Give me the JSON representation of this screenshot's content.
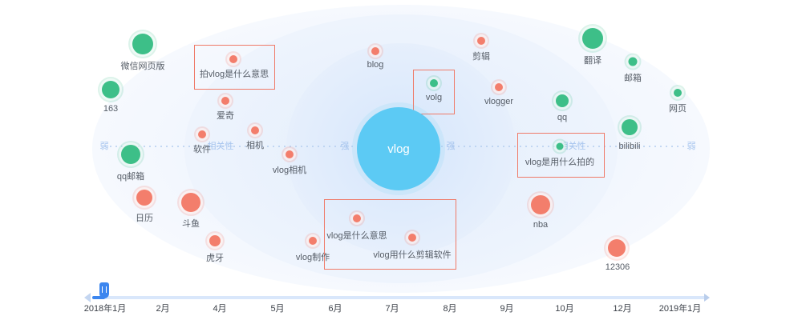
{
  "center": {
    "label": "vlog"
  },
  "axis": {
    "left_end": "弱",
    "left_inner": "相关性",
    "center_left": "强",
    "center_right": "强",
    "right_inner": "相关性",
    "right_end": "弱"
  },
  "keywords": [
    {
      "id": "weixin",
      "label": "微信网页版",
      "color": "green"
    },
    {
      "id": "163",
      "label": "163",
      "color": "green"
    },
    {
      "id": "qqmail",
      "label": "qq邮箱",
      "color": "green"
    },
    {
      "id": "rili",
      "label": "日历",
      "color": "red"
    },
    {
      "id": "douyu",
      "label": "斗鱼",
      "color": "red"
    },
    {
      "id": "huya",
      "label": "虎牙",
      "color": "red"
    },
    {
      "id": "pai",
      "label": "拍vlog是什么意思",
      "color": "red"
    },
    {
      "id": "aiqi",
      "label": "爱奇",
      "color": "red"
    },
    {
      "id": "ruanjian",
      "label": "软件",
      "color": "red"
    },
    {
      "id": "xiangji",
      "label": "相机",
      "color": "red"
    },
    {
      "id": "vlogxiangji",
      "label": "vlog相机",
      "color": "red"
    },
    {
      "id": "blog",
      "label": "blog",
      "color": "red"
    },
    {
      "id": "volg",
      "label": "volg",
      "color": "green"
    },
    {
      "id": "jianji",
      "label": "剪辑",
      "color": "red"
    },
    {
      "id": "vlogger",
      "label": "vlogger",
      "color": "red"
    },
    {
      "id": "fanyi",
      "label": "翻译",
      "color": "green"
    },
    {
      "id": "youxiang",
      "label": "邮箱",
      "color": "green"
    },
    {
      "id": "wangye",
      "label": "网页",
      "color": "green"
    },
    {
      "id": "qq",
      "label": "qq",
      "color": "green"
    },
    {
      "id": "bilibili",
      "label": "bilibili",
      "color": "green"
    },
    {
      "id": "shiyong",
      "label": "vlog是用什么拍的",
      "color": "green"
    },
    {
      "id": "nba",
      "label": "nba",
      "color": "red"
    },
    {
      "id": "12306",
      "label": "12306",
      "color": "red"
    },
    {
      "id": "yisi",
      "label": "vlog是什么意思",
      "color": "red"
    },
    {
      "id": "zhizuo",
      "label": "vlog制作",
      "color": "red"
    },
    {
      "id": "jianjiruanjian",
      "label": "vlog用什么剪辑软件",
      "color": "red"
    }
  ],
  "timeline": {
    "ticks": [
      "2018年1月",
      "2月",
      "4月",
      "5月",
      "6月",
      "7月",
      "8月",
      "9月",
      "10月",
      "12月",
      "2019年1月"
    ],
    "current": "2018年1月"
  },
  "colors": {
    "green": "#3dbf88",
    "red": "#f37e6c",
    "center": "#5ccaf4",
    "highlight": "#ef7a68",
    "accent": "#3c86ef"
  }
}
